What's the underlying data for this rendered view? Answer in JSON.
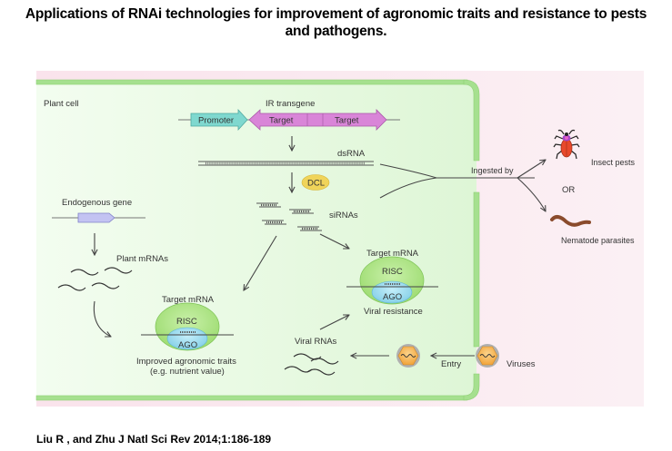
{
  "title": {
    "line1": "Applications of RNAi technologies for improvement of agronomic traits and resistance to pests",
    "line2": "and pathogens."
  },
  "citation": "Liu R , and Zhu J Natl Sci Rev 2014;1:186-189",
  "diagram": {
    "plant_cell_label": "Plant cell",
    "ir_transgene_label": "IR transgene",
    "promoter_label": "Promoter",
    "target_left_label": "Target",
    "target_right_label": "Target",
    "dsrna_label": "dsRNA",
    "dcl_label": "DCL",
    "sirnas_label": "siRNAs",
    "endogenous_gene_label": "Endogenous gene",
    "plant_mrnas_label": "Plant mRNAs",
    "left_complex": {
      "target_label": "Target mRNA",
      "risc_label": "RISC",
      "ago_label": "AGO",
      "outcome_line1": "Improved agronomic traits",
      "outcome_line2": "(e.g. nutrient value)"
    },
    "right_complex": {
      "target_label": "Target mRNA",
      "risc_label": "RISC",
      "ago_label": "AGO",
      "outcome_line1": "Viral resistance"
    },
    "ingested_by_label": "Ingested by",
    "insect_pests_label": "Insect pests",
    "or_label": "OR",
    "nematode_label": "Nematode parasites",
    "viral_rnas_label": "Viral RNAs",
    "entry_label": "Entry",
    "viruses_label": "Viruses",
    "colors": {
      "cell_fill": "#eefce8",
      "cell_wall": "#a6e08f",
      "outside_fill": "#fbeef3",
      "promoter": "#7fd8cf",
      "target": "#d985d8",
      "dcl": "#f0d45a",
      "risc": "#a8e27f",
      "ago": "#8fd6ec",
      "gene": "#c3c3f2",
      "virus": "#f6b44e",
      "insect_body": "#e8492b",
      "nematode": "#8a4b2c"
    }
  }
}
